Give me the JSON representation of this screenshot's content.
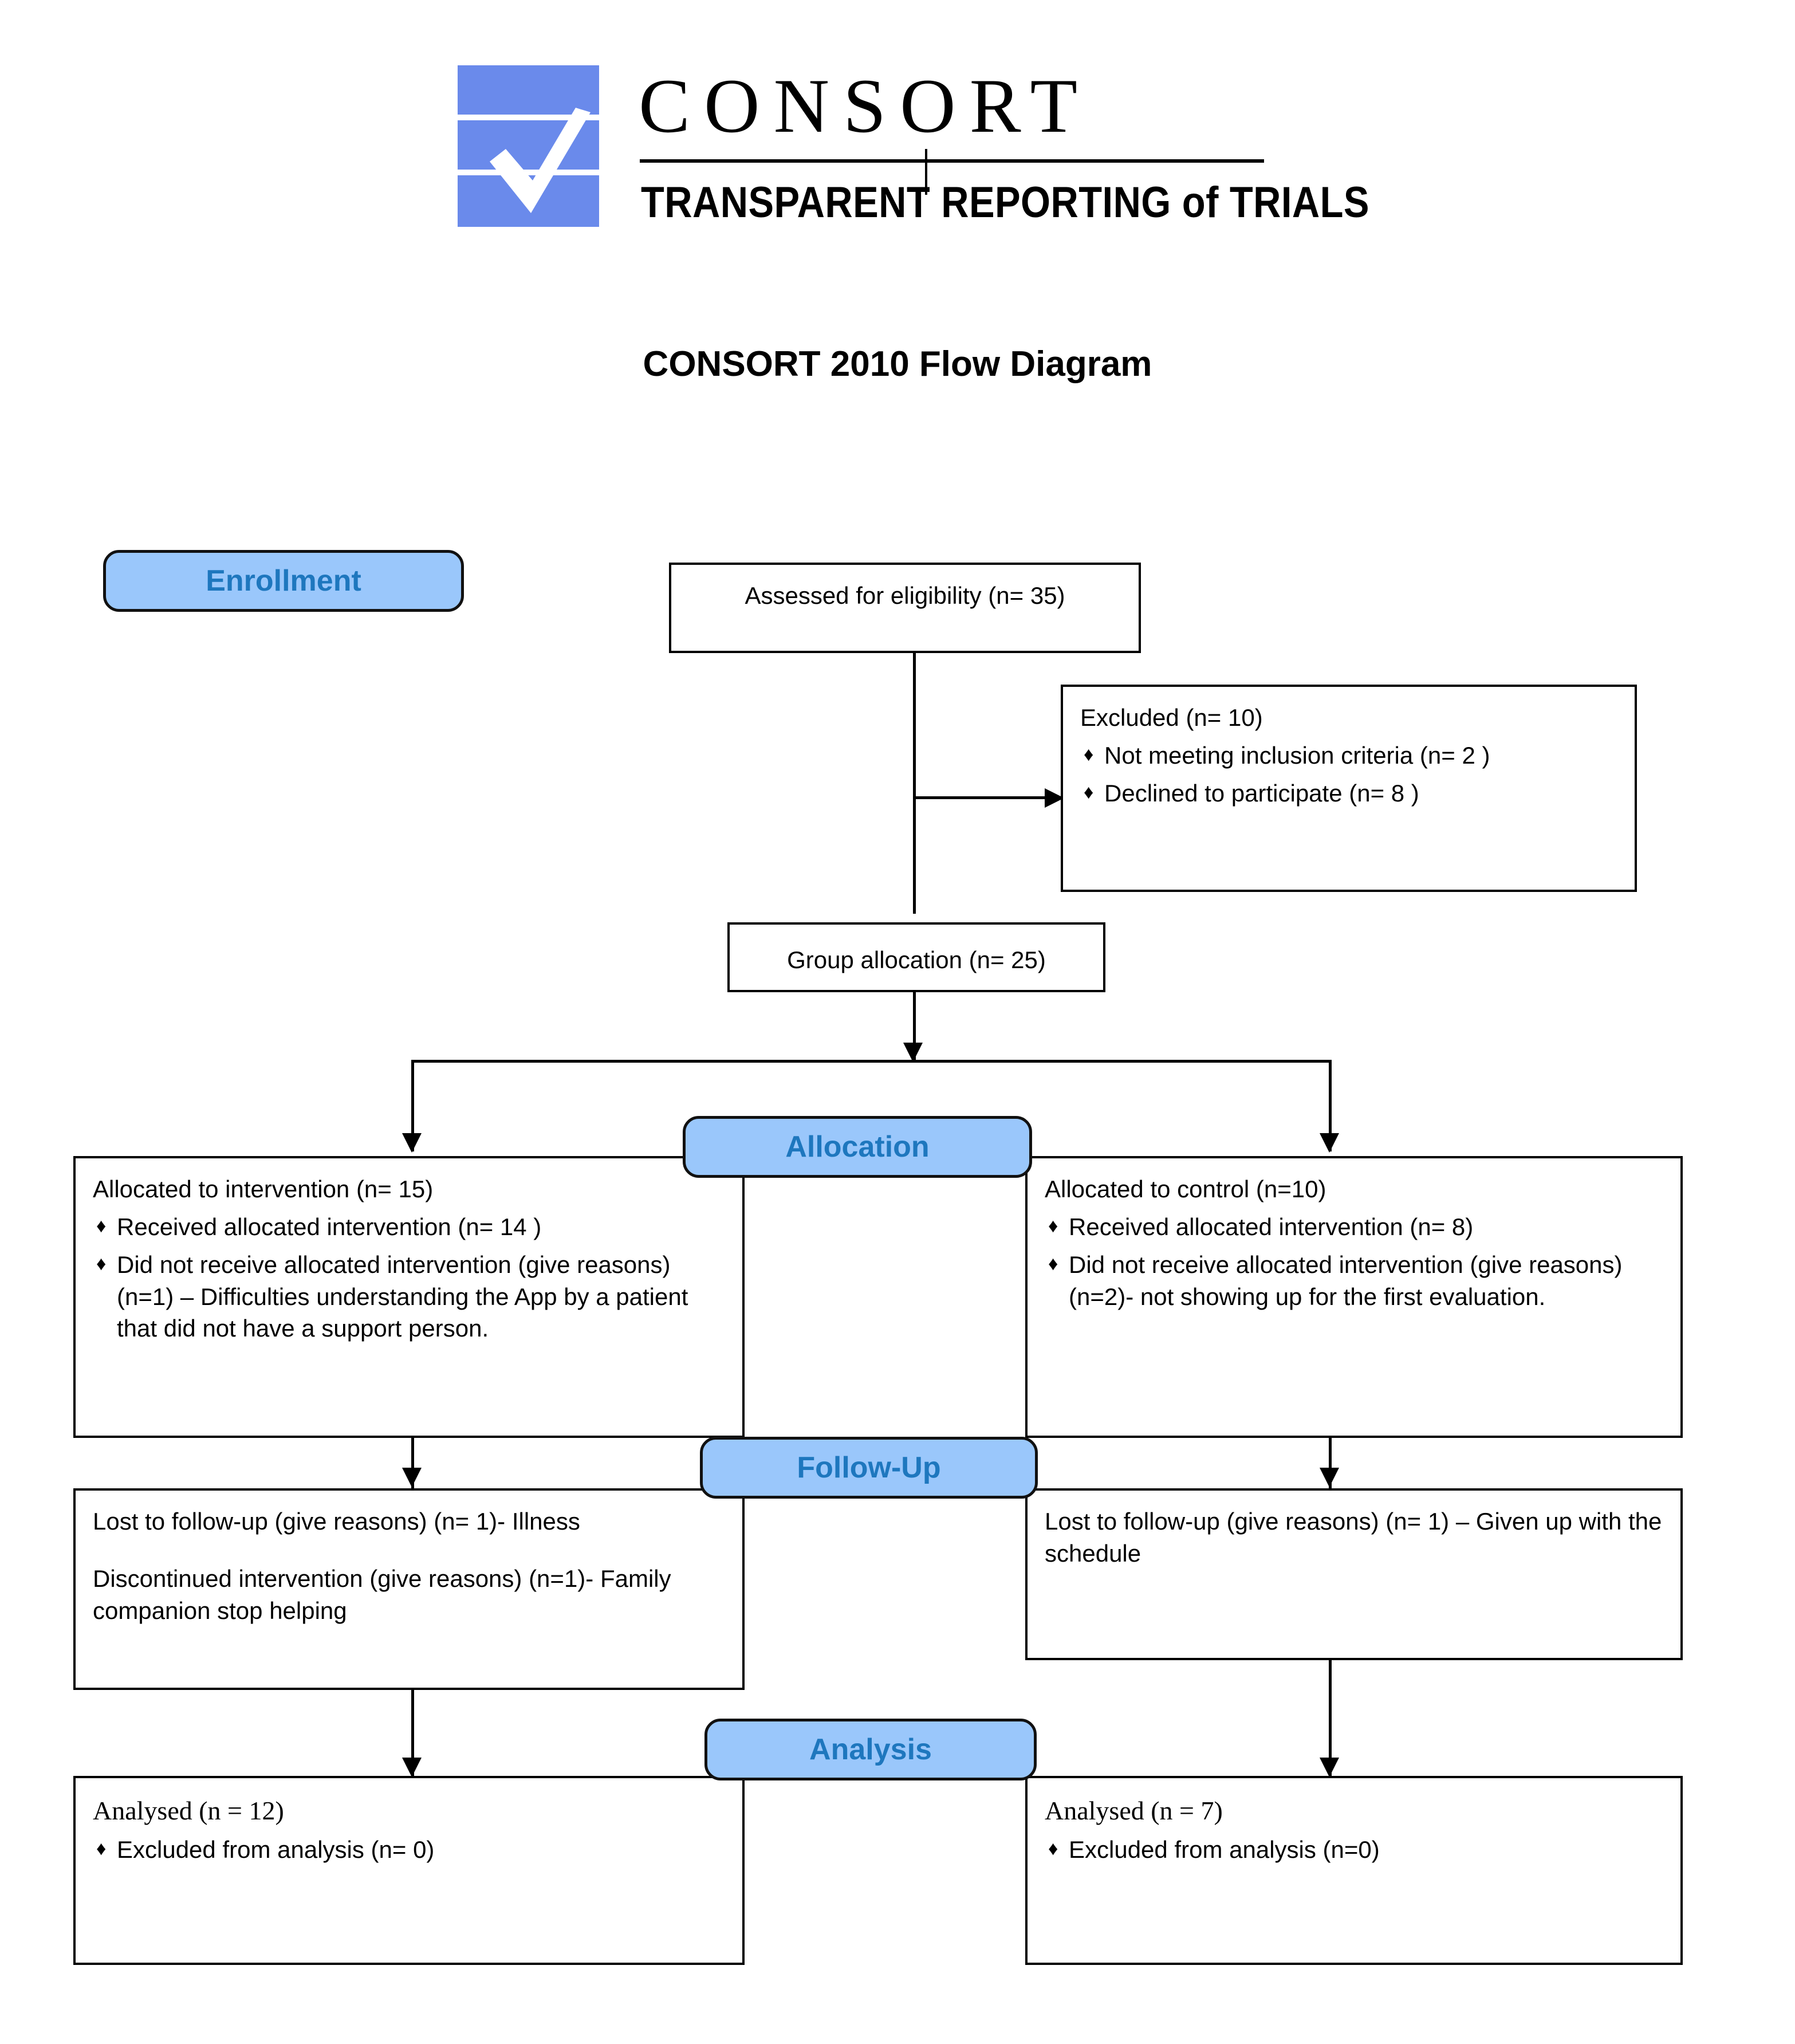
{
  "header": {
    "logo_word": "CONSORT",
    "logo_tagline": "TRANSPARENT REPORTING of TRIALS",
    "logo_icon": "consort-checkmark-logo",
    "brand_blue": "#6A8AEB"
  },
  "title": "CONSORT 2010 Flow Diagram",
  "stages": [
    {
      "id": "enrollment",
      "label": "Enrollment"
    },
    {
      "id": "allocation",
      "label": "Allocation"
    },
    {
      "id": "followup",
      "label": "Follow-Up"
    },
    {
      "id": "analysis",
      "label": "Analysis"
    }
  ],
  "stage_style": {
    "fill": "#9AC7FB",
    "text_color": "#1E77BE",
    "border_color": "#111111"
  },
  "nodes": {
    "assessed": {
      "heading": "Assessed for eligibility (n= 35)"
    },
    "excluded": {
      "heading": "Excluded (n= 10)",
      "bullets": [
        "Not meeting inclusion criteria (n= 2 )",
        "Declined to participate (n= 8 )"
      ]
    },
    "group_allocation": {
      "heading": "Group allocation (n= 25)"
    },
    "alloc_left": {
      "heading": "Allocated to intervention (n= 15)",
      "bullets": [
        "Received allocated intervention (n= 14 )",
        "Did not receive allocated intervention (give reasons) (n=1) – Difficulties understanding the App by a patient that did not have a support person."
      ]
    },
    "alloc_right": {
      "heading": "Allocated to control (n=10)",
      "bullets": [
        "Received allocated intervention (n= 8)",
        "Did not receive allocated intervention (give reasons) (n=2)- not showing up for the first evaluation."
      ]
    },
    "followup_left": {
      "line1": "Lost to follow-up (give reasons) (n= 1)- Illness",
      "line2": "Discontinued intervention (give reasons) (n=1)- Family companion stop helping"
    },
    "followup_right": {
      "line1": "Lost to follow-up (give reasons) (n= 1) – Given up with the schedule"
    },
    "analysis_left": {
      "heading": "Analysed (n = 12)",
      "bullets": [
        "Excluded from analysis (n= 0)"
      ]
    },
    "analysis_right": {
      "heading": "Analysed (n = 7)",
      "bullets": [
        "Excluded from analysis (n=0)"
      ]
    }
  },
  "bullet_glyph": "♦"
}
